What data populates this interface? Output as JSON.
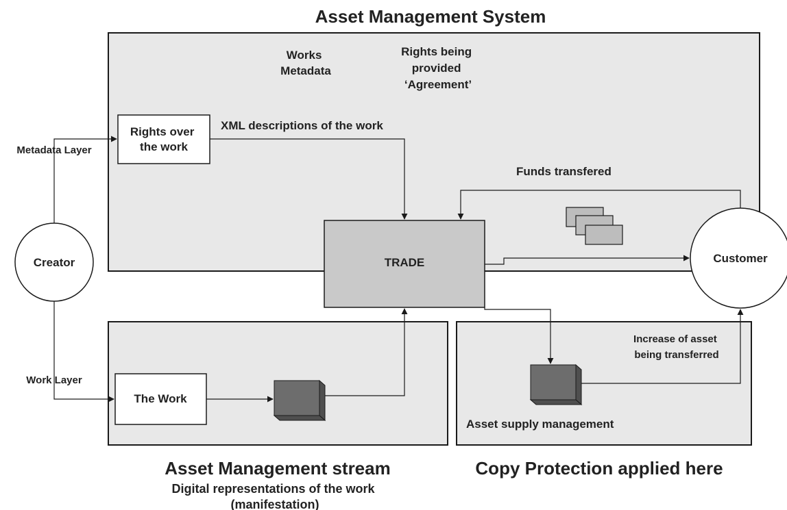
{
  "diagram": {
    "title": "Asset Management System",
    "works_metadata": [
      "Works",
      "Metadata"
    ],
    "rights_provided": [
      "Rights being",
      "provided",
      "‘Agreement’"
    ],
    "rights_box": [
      "Rights over",
      "the work"
    ],
    "xml_label": "XML descriptions of the work",
    "funds_label": "Funds transfered",
    "trade_label": "TRADE",
    "customer_label": "Customer",
    "creator_label": "Creator",
    "metadata_layer_label": "Metadata Layer",
    "work_layer_label": "Work Layer",
    "work_box_label": "The Work",
    "increase_label": [
      "Increase of asset",
      "being transferred"
    ],
    "asset_supply_label": "Asset supply management",
    "stream_title": "Asset Management stream",
    "stream_sub": [
      "Digital representations of the work",
      "(manifestation)"
    ],
    "copy_protection_title": "Copy Protection applied here",
    "colors": {
      "region_fill": "#e8e8e8",
      "trade_fill": "#c9c9c9",
      "cube_dark": "#6d6d6d",
      "money_fill": "#bdbdbd",
      "outline": "#1a1a1a"
    }
  }
}
